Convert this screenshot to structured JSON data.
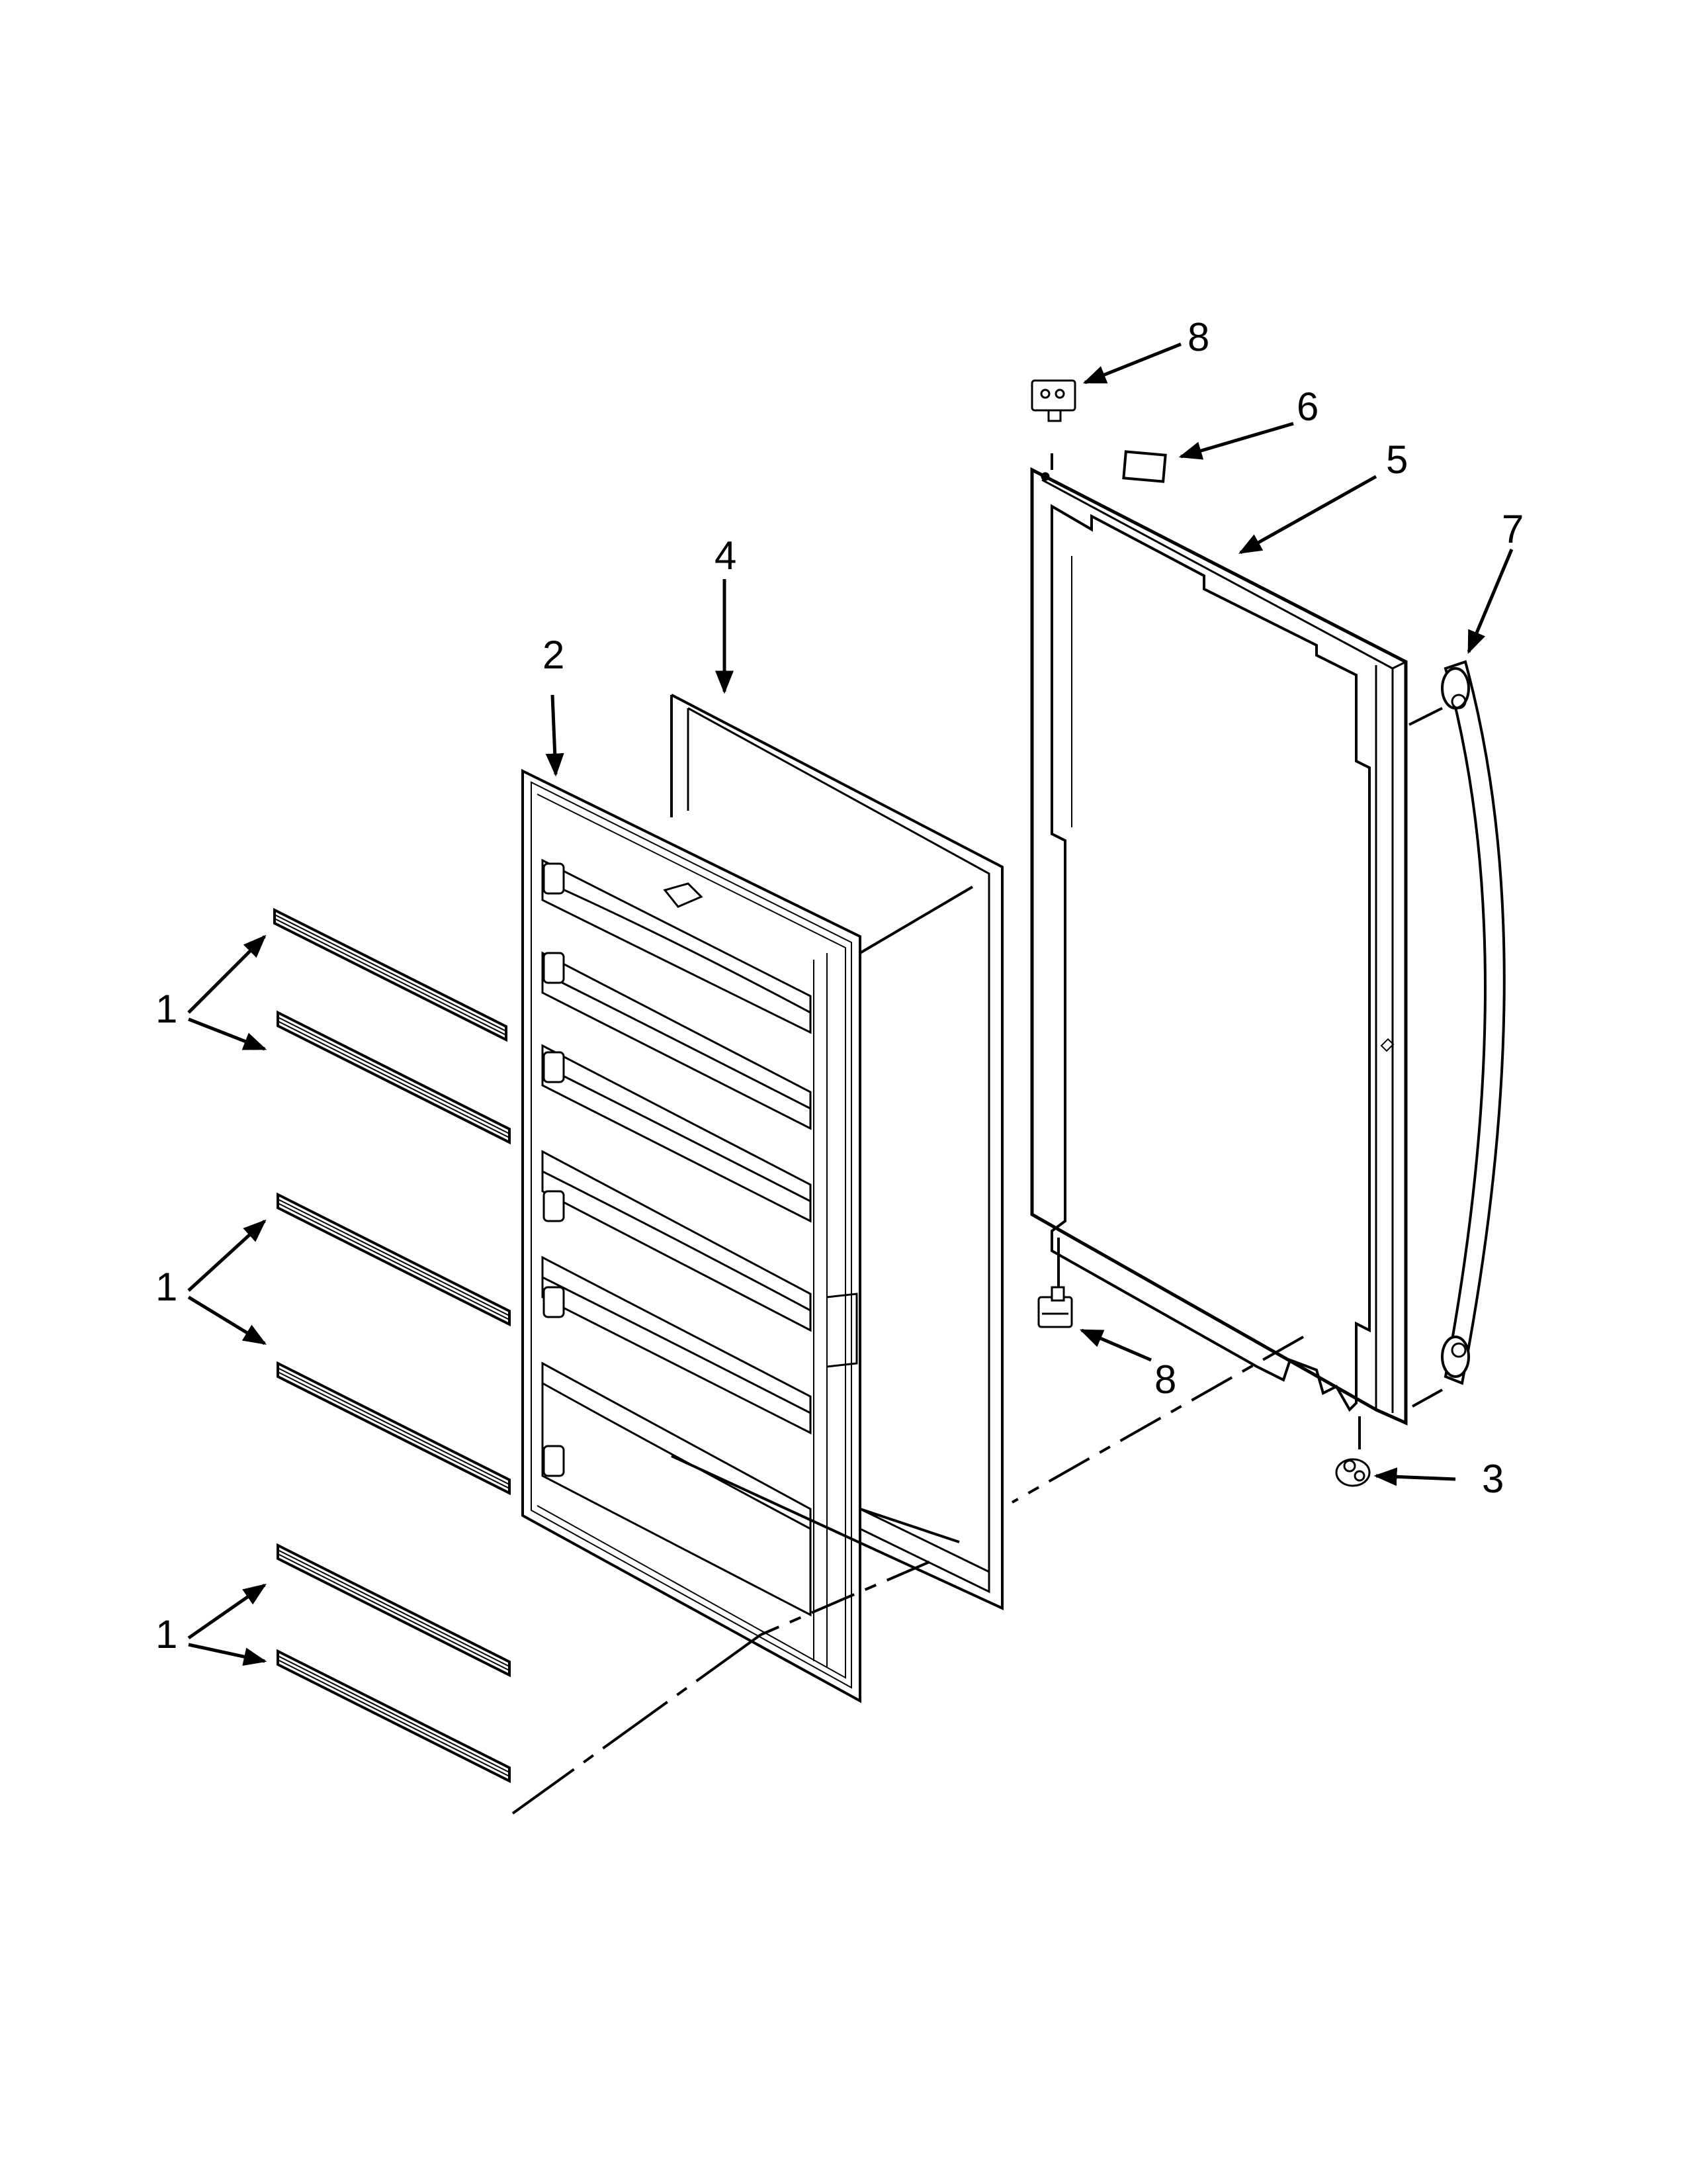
{
  "diagram": {
    "callouts": [
      {
        "id": "c1a",
        "text": "1"
      },
      {
        "id": "c1b",
        "text": "1"
      },
      {
        "id": "c1c",
        "text": "1"
      },
      {
        "id": "c2",
        "text": "2"
      },
      {
        "id": "c3",
        "text": "3"
      },
      {
        "id": "c4",
        "text": "4"
      },
      {
        "id": "c5",
        "text": "5"
      },
      {
        "id": "c6",
        "text": "6"
      },
      {
        "id": "c7",
        "text": "7"
      },
      {
        "id": "c8a",
        "text": "8"
      },
      {
        "id": "c8b",
        "text": "8"
      }
    ]
  }
}
